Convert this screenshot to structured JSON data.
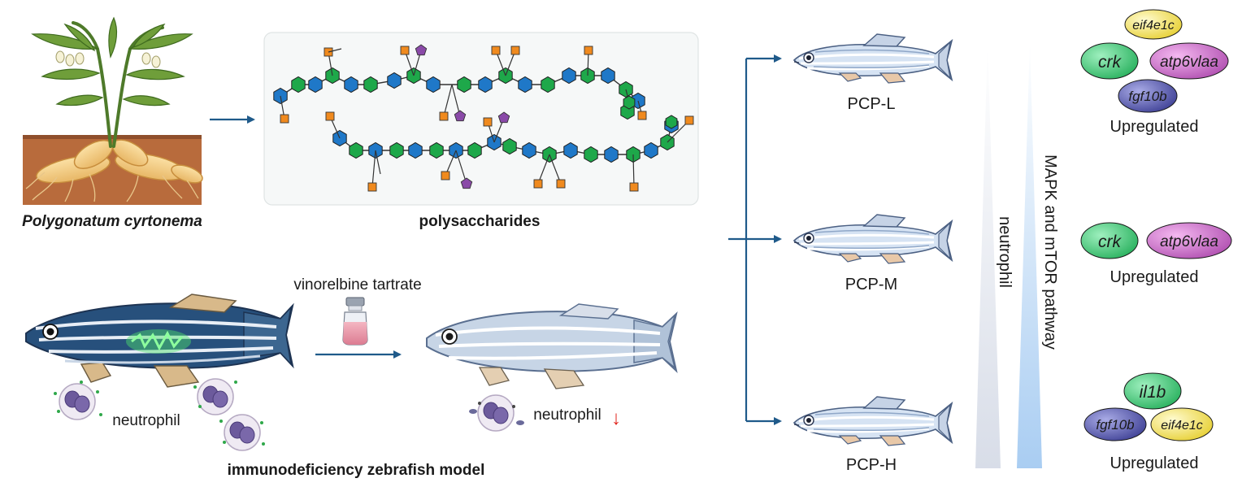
{
  "plant": {
    "species_label": "Polygonatum cyrtonema"
  },
  "polysaccharide": {
    "label": "polysaccharides"
  },
  "model": {
    "drug_label": "vinorelbine tartrate",
    "cell_label": "neutrophil",
    "reduced_label": "neutrophil",
    "reduced_arrow": "↓",
    "title": "immunodeficiency zebrafish model"
  },
  "groups": [
    {
      "label": "PCP-L",
      "genes": [
        "eif4e1c",
        "crk",
        "atp6vlaa",
        "fgf10b"
      ],
      "status": "Upregulated"
    },
    {
      "label": "PCP-M",
      "genes": [
        "crk",
        "atp6vlaa"
      ],
      "status": "Upregulated"
    },
    {
      "label": "PCP-H",
      "genes": [
        "il1b",
        "fgf10b",
        "eif4e1c"
      ],
      "status": "Upregulated"
    }
  ],
  "gradients": {
    "left_label": "neutrophil",
    "right_label": "MAPK and mTOR pathway"
  },
  "colors": {
    "arrow": "#1f5a8a",
    "hex_blue": "#1f78c8",
    "hex_green": "#1ea84a",
    "square_orange": "#f08a1e",
    "pentagon_purple": "#8a4aa8",
    "gene_green": "#3cc070",
    "gene_purple": "#c060c0",
    "gene_navy": "#4a4ca0",
    "gene_yellow": "#f2e050"
  }
}
